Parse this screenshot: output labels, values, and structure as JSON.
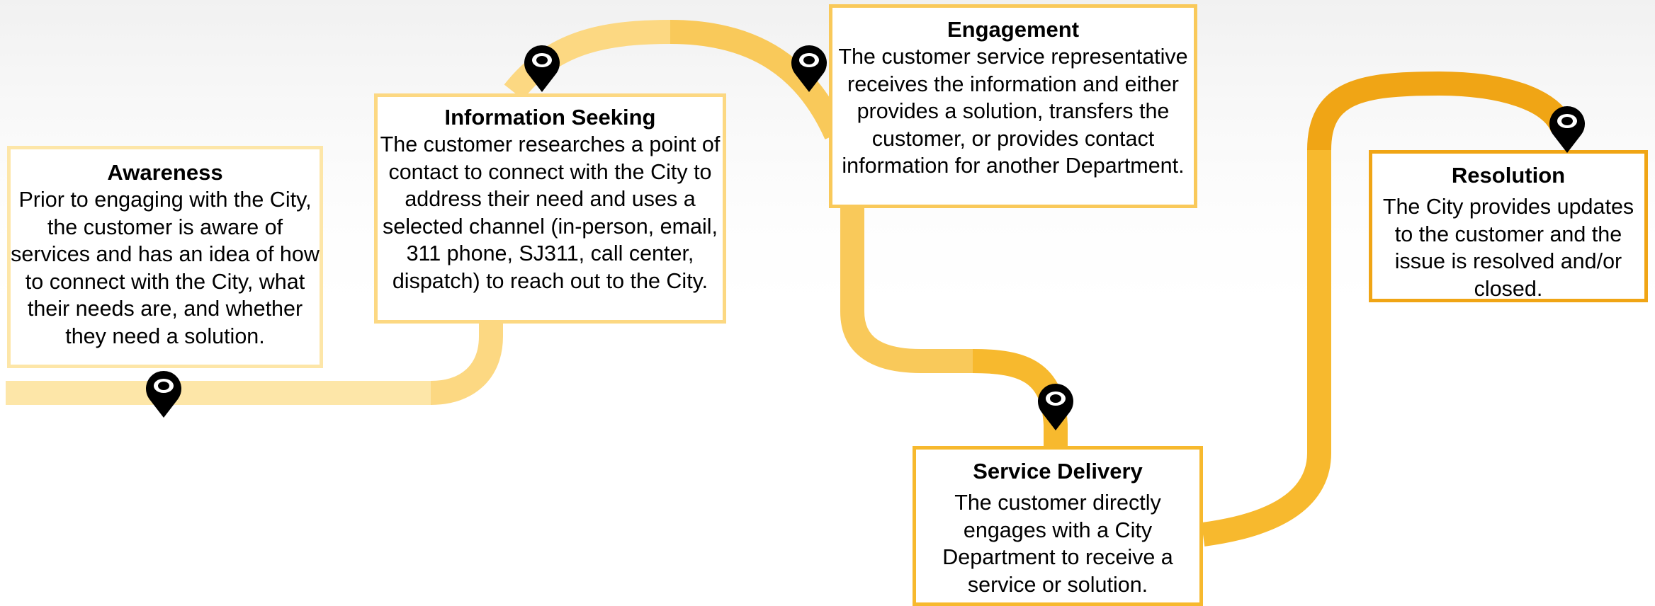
{
  "colors": {
    "awareness": "#fde6a8",
    "information_seeking": "#fcd882",
    "engagement": "#f9c95a",
    "service_delivery": "#f7b92e",
    "resolution": "#f0a515",
    "pin": "#000000"
  },
  "stages": [
    {
      "title": "Awareness",
      "description": "Prior to engaging with the City, the customer is aware of services and has an idea of how to connect with the City, what their needs are, and whether they need a solution.",
      "icon": "map-pin-icon"
    },
    {
      "title": "Information Seeking",
      "description": "The customer researches a point of contact to connect with the City to address their need and uses a selected channel (in-person, email, 311 phone, SJ311, call center, dispatch) to reach out to the City.",
      "icon": "map-pin-icon"
    },
    {
      "title": "Engagement",
      "description": "The customer service representative receives the information and either provides a solution, transfers the customer, or provides contact information for another Department.",
      "icon": "map-pin-icon"
    },
    {
      "title": "Service Delivery",
      "description": "The customer directly engages with a City Department to receive a service or solution.",
      "icon": "map-pin-icon"
    },
    {
      "title": "Resolution",
      "description": "The City provides updates to the customer and the issue is resolved and/or closed.",
      "icon": "map-pin-icon"
    }
  ]
}
